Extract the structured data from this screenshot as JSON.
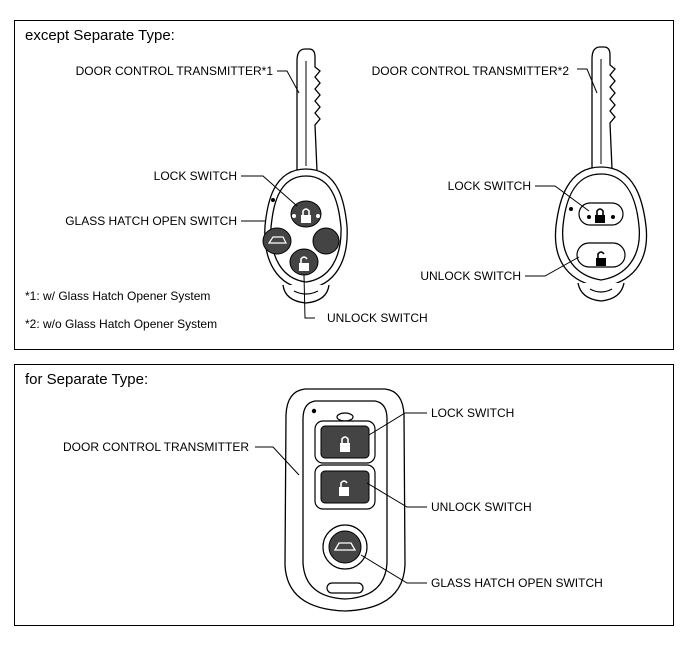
{
  "top_panel": {
    "title": "except Separate Type:",
    "transmitter1_label": "DOOR CONTROL TRANSMITTER*1",
    "transmitter2_label": "DOOR CONTROL TRANSMITTER*2",
    "lock_switch_label_1": "LOCK SWITCH",
    "glass_hatch_label_1": "GLASS HATCH OPEN SWITCH",
    "unlock_switch_label_1": "UNLOCK SWITCH",
    "lock_switch_label_2": "LOCK SWITCH",
    "unlock_switch_label_2": "UNLOCK SWITCH",
    "footnote1": "*1: w/ Glass Hatch Opener System",
    "footnote2": "*2: w/o Glass Hatch Opener System"
  },
  "bottom_panel": {
    "title": "for Separate Type:",
    "transmitter_label": "DOOR CONTROL TRANSMITTER",
    "lock_switch_label": "LOCK SWITCH",
    "unlock_switch_label": "UNLOCK SWITCH",
    "glass_hatch_label": "GLASS HATCH OPEN SWITCH"
  },
  "icons": [
    "key-1-icon",
    "key-2-icon",
    "smart-key-icon",
    "lock-icon",
    "unlock-icon",
    "glass-hatch-icon"
  ]
}
